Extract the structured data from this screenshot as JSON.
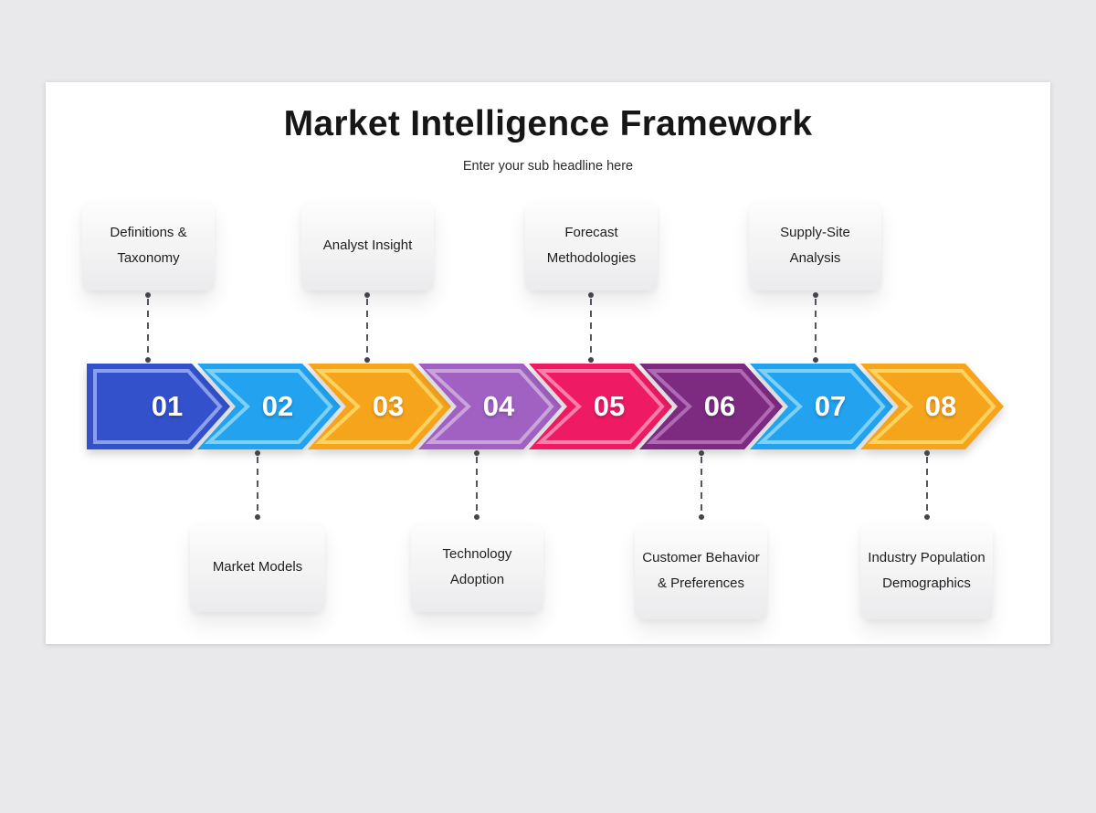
{
  "slide": {
    "title": "Market Intelligence Framework",
    "subtitle": "Enter your sub headline here"
  },
  "steps": [
    {
      "number": "01",
      "label": "Definitions & Taxonomy",
      "side": "top",
      "color": "#3351cb",
      "light": "#8aa0ec"
    },
    {
      "number": "02",
      "label": "Market Models",
      "side": "bottom",
      "color": "#22a2ef",
      "light": "#7ed0f7"
    },
    {
      "number": "03",
      "label": "Analyst Insight",
      "side": "top",
      "color": "#f7a41d",
      "light": "#fdd35f"
    },
    {
      "number": "04",
      "label": "Technology Adoption",
      "side": "bottom",
      "color": "#a061c2",
      "light": "#c9a3da"
    },
    {
      "number": "05",
      "label": "Forecast Methodologies",
      "side": "top",
      "color": "#ee1a63",
      "light": "#f97fa8"
    },
    {
      "number": "06",
      "label": "Customer Behavior & Preferences",
      "side": "bottom",
      "color": "#7c2b81",
      "light": "#b06ab4"
    },
    {
      "number": "07",
      "label": "Supply-Site Analysis",
      "side": "top",
      "color": "#22a2ef",
      "light": "#7ed0f7"
    },
    {
      "number": "08",
      "label": "Industry Population Demographics",
      "side": "bottom",
      "color": "#f7a41d",
      "light": "#fdd35f"
    }
  ]
}
